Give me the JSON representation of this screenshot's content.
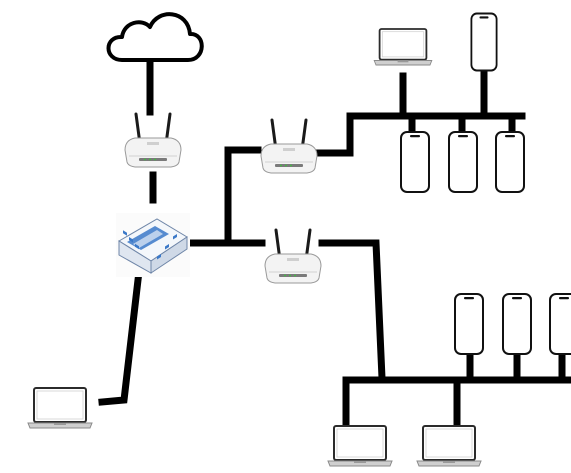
{
  "diagram": {
    "kind": "network-topology",
    "background": "#ffffff",
    "line_color": "#000000",
    "device_colors": {
      "router_body": "#f2f2f2",
      "mikrotik_body": "#e8eef6",
      "mikrotik_accent": "#3a78c8",
      "laptop_screen": "#ffffff",
      "laptop_base": "#c8c8c8"
    },
    "nodes": [
      {
        "id": "cloud",
        "icon": "cloud-icon"
      },
      {
        "id": "router-top",
        "icon": "wifi-router-icon"
      },
      {
        "id": "mikrotik",
        "icon": "mikrotik-router-icon"
      },
      {
        "id": "router-upper",
        "icon": "wifi-router-icon"
      },
      {
        "id": "router-lower",
        "icon": "wifi-router-icon"
      },
      {
        "id": "laptop-left",
        "icon": "laptop-icon"
      },
      {
        "id": "laptop-top",
        "icon": "laptop-icon"
      },
      {
        "id": "phone-top",
        "icon": "smartphone-icon"
      },
      {
        "id": "phone-upper-1",
        "icon": "smartphone-icon"
      },
      {
        "id": "phone-upper-2",
        "icon": "smartphone-icon"
      },
      {
        "id": "phone-upper-3",
        "icon": "smartphone-icon"
      },
      {
        "id": "phone-lower-1",
        "icon": "smartphone-icon"
      },
      {
        "id": "phone-lower-2",
        "icon": "smartphone-icon"
      },
      {
        "id": "phone-lower-3",
        "icon": "smartphone-icon"
      },
      {
        "id": "laptop-bottom-1",
        "icon": "laptop-icon"
      },
      {
        "id": "laptop-bottom-2",
        "icon": "laptop-icon"
      }
    ],
    "links": [
      [
        "cloud",
        "router-top"
      ],
      [
        "router-top",
        "mikrotik"
      ],
      [
        "mikrotik",
        "laptop-left"
      ],
      [
        "mikrotik",
        "router-upper"
      ],
      [
        "mikrotik",
        "router-lower"
      ],
      [
        "router-upper",
        "laptop-top"
      ],
      [
        "router-upper",
        "phone-top"
      ],
      [
        "router-upper",
        "phone-upper-1"
      ],
      [
        "router-upper",
        "phone-upper-2"
      ],
      [
        "router-upper",
        "phone-upper-3"
      ],
      [
        "router-lower",
        "phone-lower-1"
      ],
      [
        "router-lower",
        "phone-lower-2"
      ],
      [
        "router-lower",
        "phone-lower-3"
      ],
      [
        "router-lower",
        "laptop-bottom-1"
      ],
      [
        "router-lower",
        "laptop-bottom-2"
      ]
    ]
  }
}
